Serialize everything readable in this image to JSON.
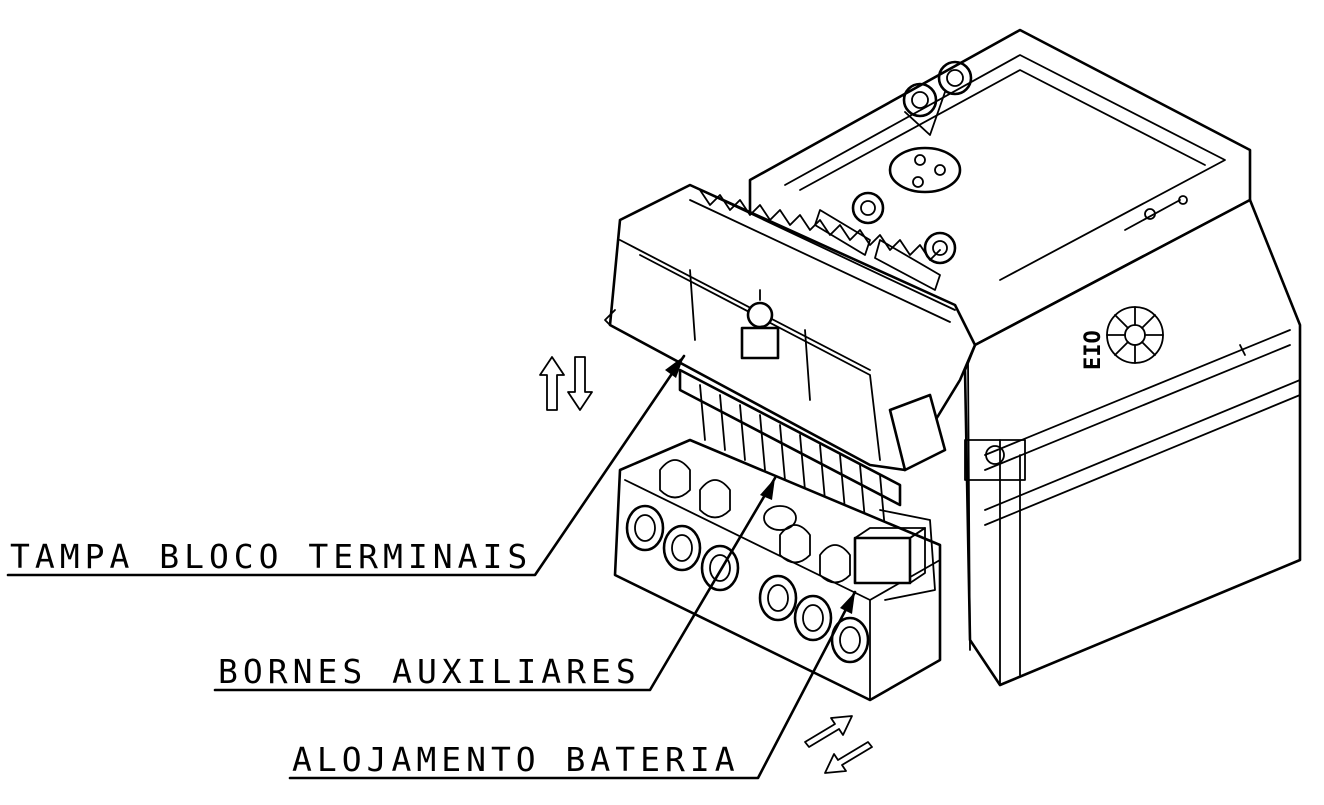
{
  "callouts": {
    "tampa": "TAMPA BLOCO TERMINAIS",
    "bornes": "BORNES AUXILIARES",
    "alojamento": "ALOJAMENTO BATERIA"
  },
  "logo": {
    "text": "EIO",
    "icon": "gear-flower-logo-icon"
  },
  "icons": {
    "vertical_motion": "up-down-arrows-icon",
    "diagonal_motion": "diagonal-in-out-arrows-icon"
  },
  "colors": {
    "line": "#000000",
    "background": "#ffffff"
  }
}
